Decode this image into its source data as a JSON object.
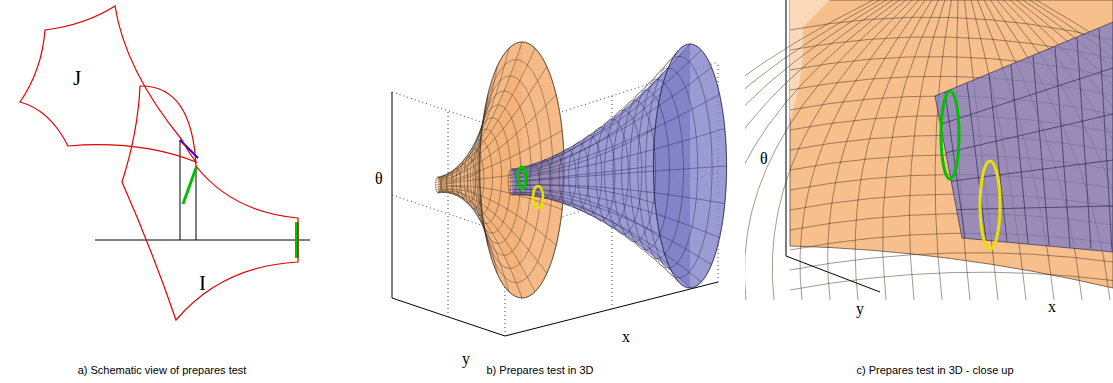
{
  "diagram": {
    "nodes": [
      {
        "text": [
          "J"
        ]
      },
      {
        "text": [
          "I"
        ]
      }
    ],
    "labels": [
      "θ",
      "y",
      "x",
      "θ",
      "y",
      "x",
      "a) Schematic view of prepares test",
      "b) Prepares test in 3D",
      "c) Prepares test in 3D - close up"
    ]
  }
}
